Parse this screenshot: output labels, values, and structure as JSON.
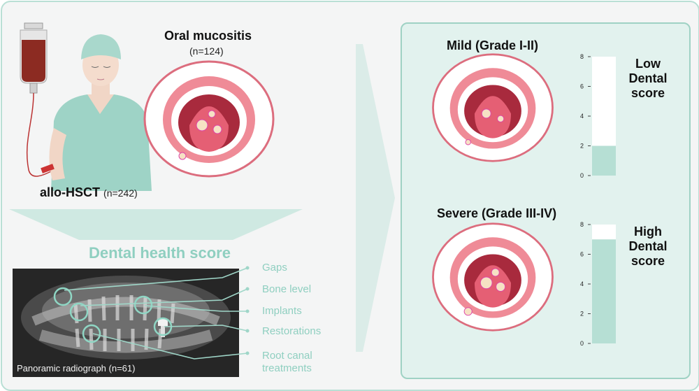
{
  "left": {
    "oral_mucositis": {
      "title": "Oral mucositis",
      "n": "(n=124)"
    },
    "allo_hsct": {
      "label": "allo-HSCT",
      "n": "(n=242)"
    },
    "dental_health_title": "Dental health score",
    "radiograph_caption": "Panoramic radiograph (n=61)",
    "features": [
      "Gaps",
      "Bone level",
      "Implants",
      "Restorations",
      "Root canal treatments"
    ]
  },
  "right": {
    "mild": {
      "title": "Mild (Grade I-II)",
      "score_label": [
        "Low",
        "Dental",
        "score"
      ],
      "bar_value": 2,
      "axis_max": 8,
      "ticks": [
        "8",
        "6",
        "4",
        "2",
        "0"
      ]
    },
    "severe": {
      "title": "Severe (Grade III-IV)",
      "score_label": [
        "High",
        "Dental",
        "score"
      ],
      "bar_value": 7,
      "axis_max": 8,
      "ticks": [
        "8",
        "6",
        "4",
        "2",
        "0"
      ]
    }
  },
  "colors": {
    "teal": "#7ccab7",
    "panel": "#e2f2ee",
    "mouth": "#e9738a",
    "bar": "#b6dfd4"
  }
}
